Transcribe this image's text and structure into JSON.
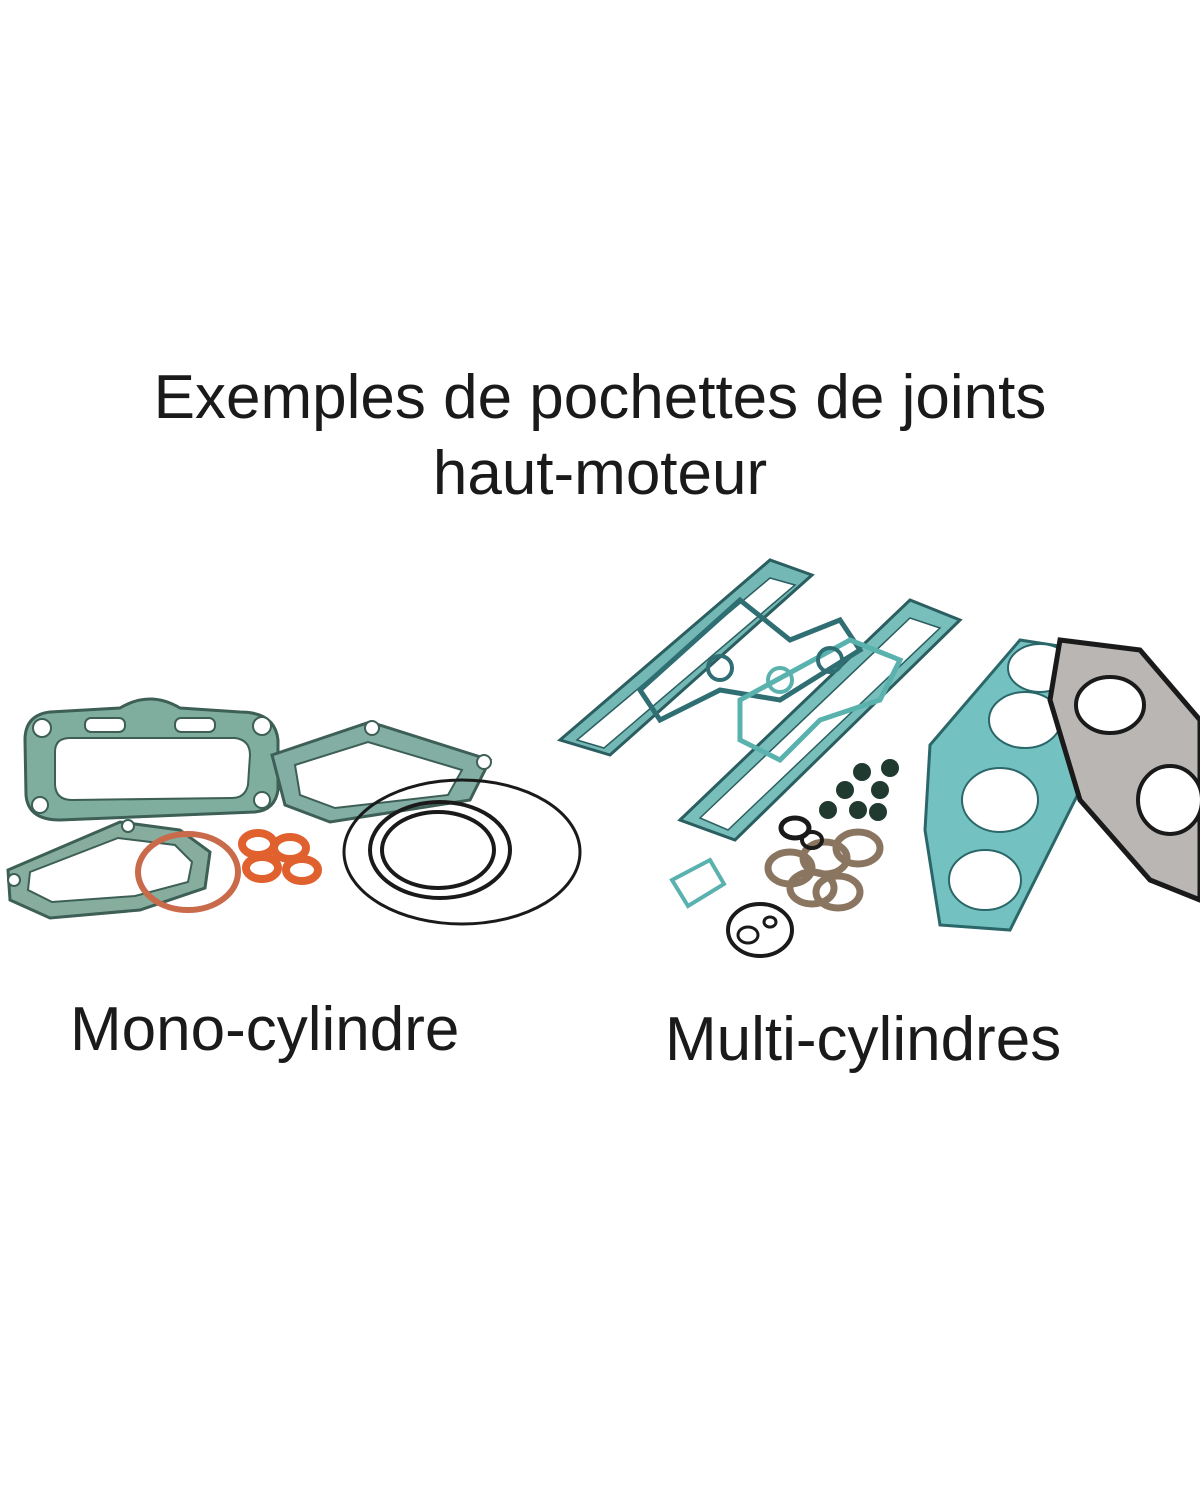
{
  "headline": {
    "line1": "Exemples de pochettes de joints",
    "line2": "haut-moteur"
  },
  "captions": {
    "mono": "Mono-cylindre",
    "multi": "Multi-cylindres"
  },
  "colors": {
    "text": "#1a1a1a",
    "gasket_green": "#6fa597",
    "gasket_teal": "#6cc0c0",
    "copper": "#d9633a",
    "black": "#1a1a1a",
    "bronze": "#8a7660"
  },
  "illustration": {
    "left_group": "mono-cylinder-gasket-kit",
    "right_group": "multi-cylinder-gasket-kit"
  }
}
